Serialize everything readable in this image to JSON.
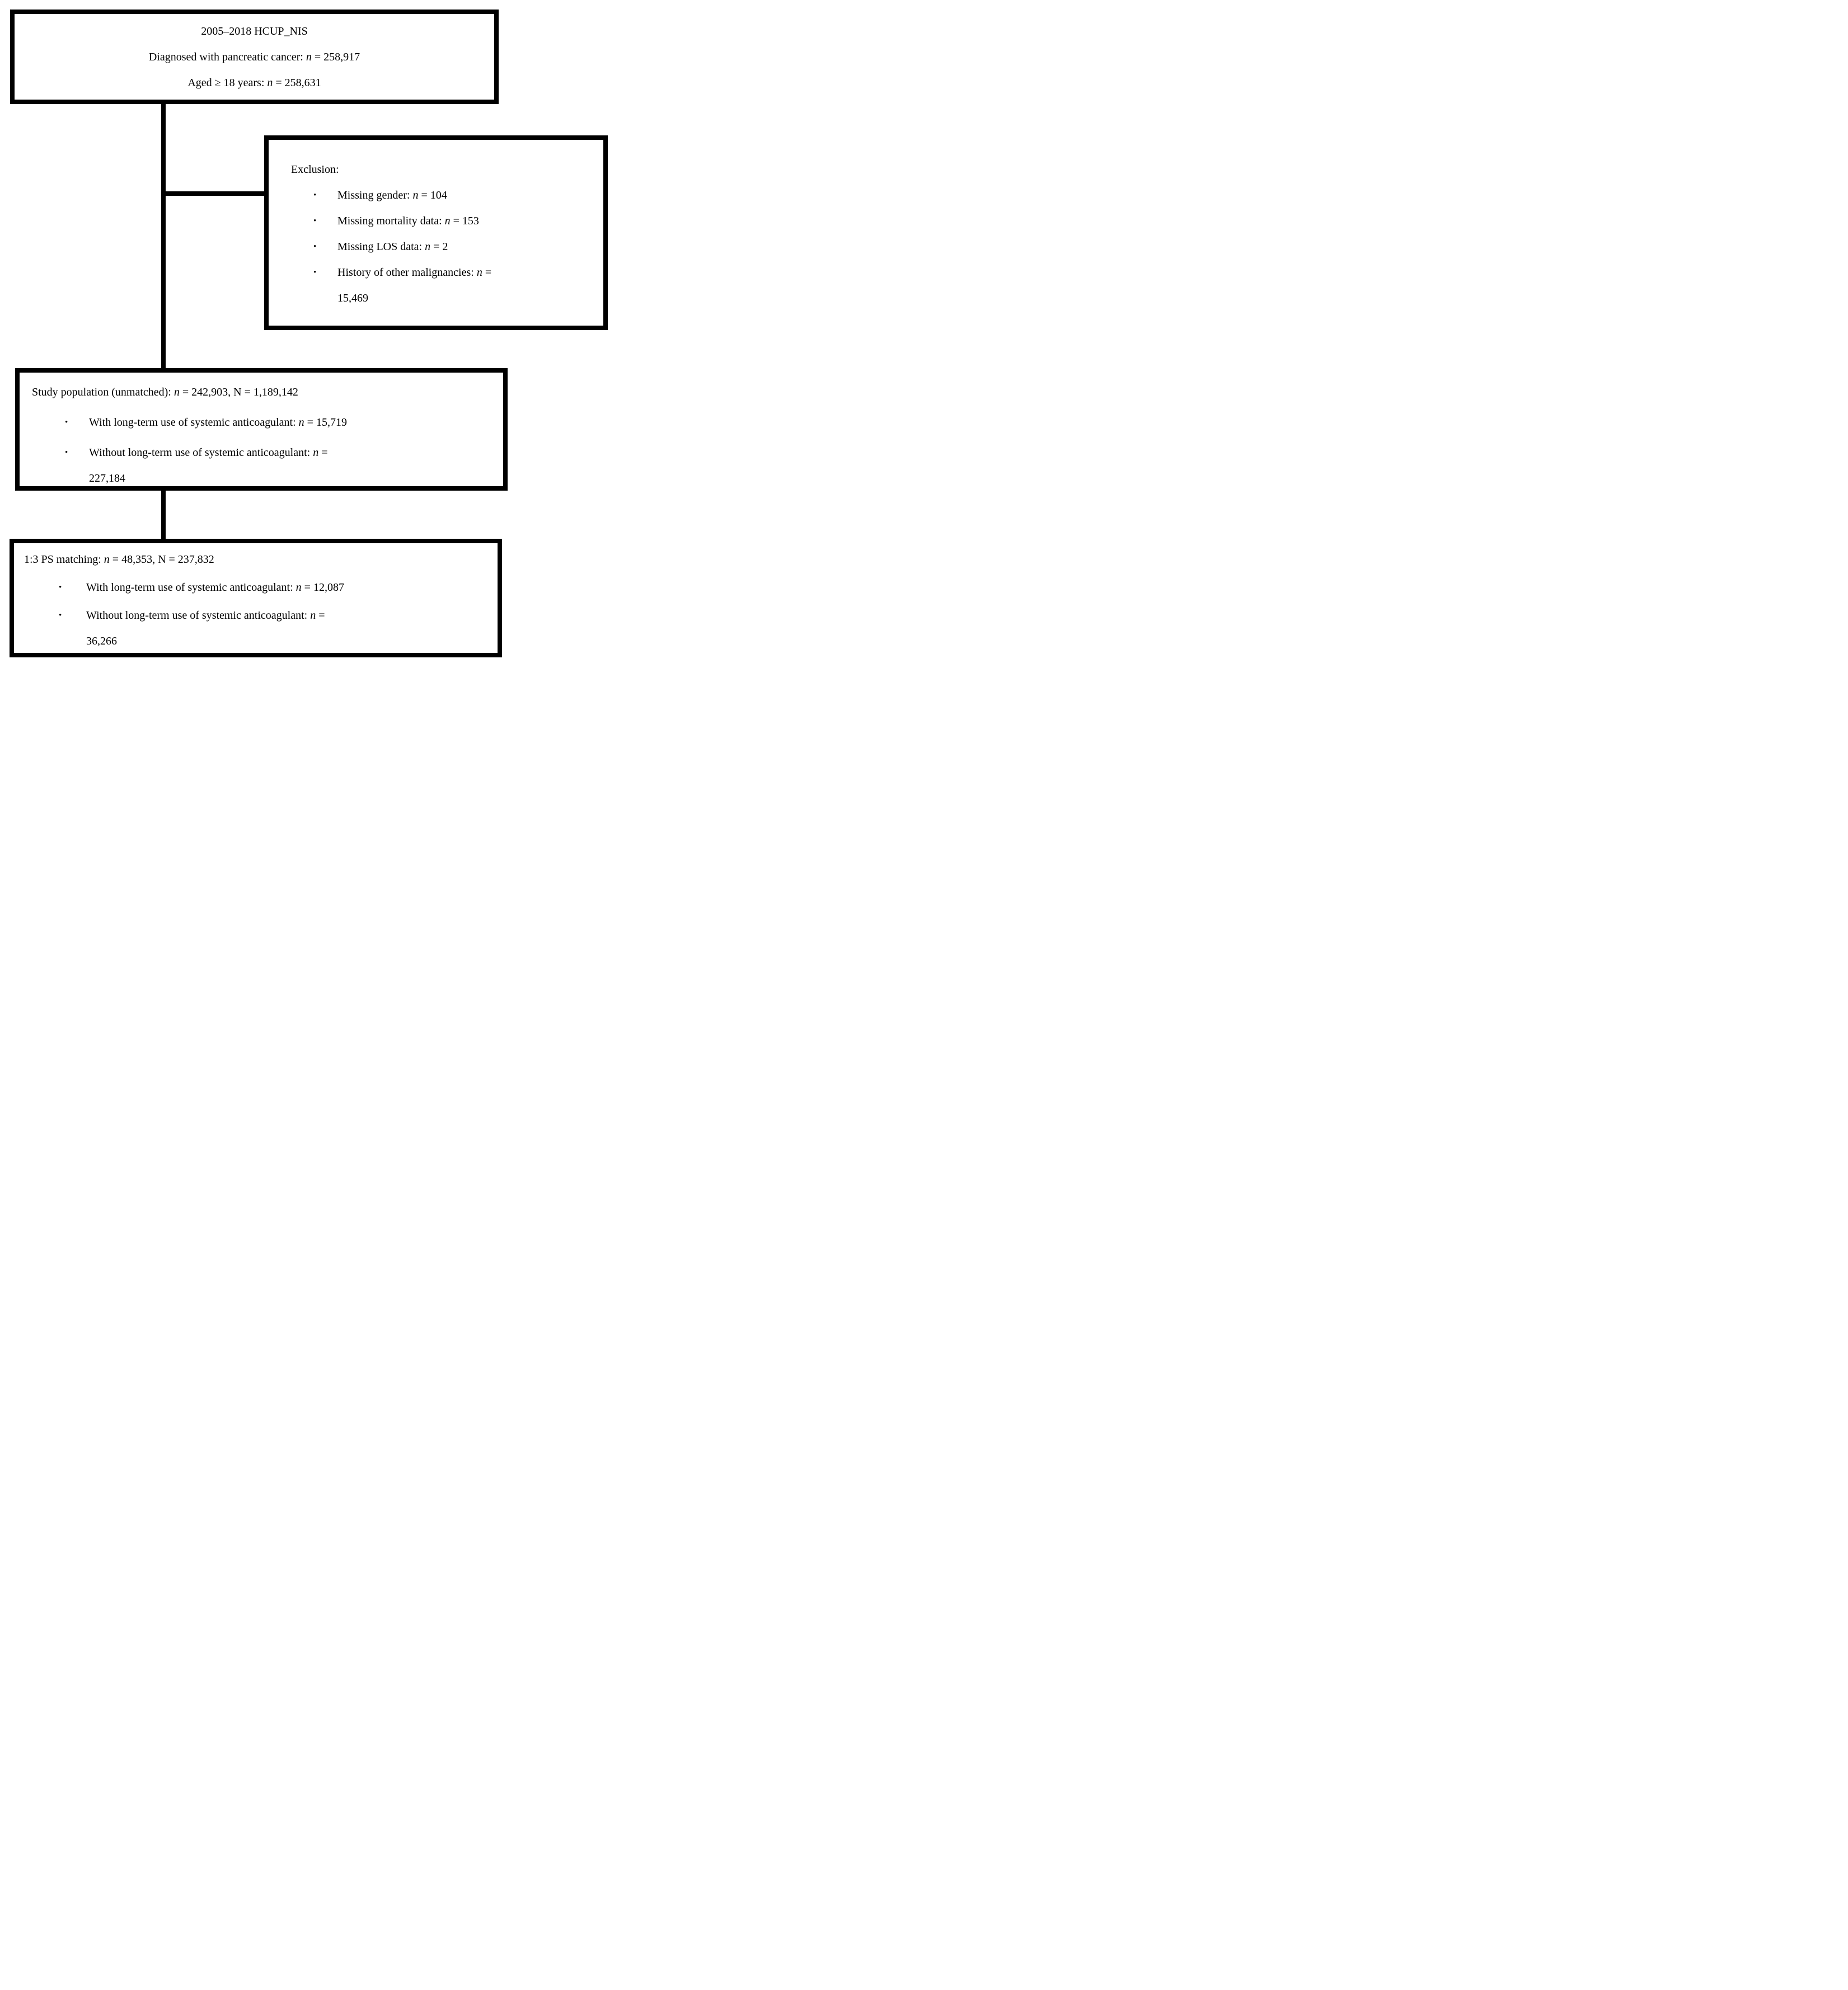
{
  "colors": {
    "border": "#000000",
    "background": "#ffffff",
    "text": "#000000"
  },
  "bullet_glyph": "•",
  "top_box": {
    "line1": "2005–2018 HCUP_NIS",
    "line2": {
      "pre": "Diagnosed with pancreatic cancer: ",
      "var": "n",
      "post": " = 258,917"
    },
    "line3": {
      "pre": "Aged ≥ 18 years: ",
      "var": "n",
      "post": " = 258,631"
    }
  },
  "exclusion_box": {
    "heading": "Exclusion:",
    "items": [
      {
        "pre": "Missing gender: ",
        "var": "n",
        "post": " = 104"
      },
      {
        "pre": "Missing mortality data: ",
        "var": "n",
        "post": " = 153"
      },
      {
        "pre": "Missing LOS data: ",
        "var": "n",
        "post": " = 2"
      },
      {
        "pre": "History of other malignancies: ",
        "var": "n",
        "post": " =",
        "wrap": "15,469"
      }
    ]
  },
  "study_box": {
    "title": {
      "pre": "Study population (unmatched): ",
      "var1": "n",
      "mid": " = 242,903, ",
      "var2": "N",
      "post": " = 1,189,142"
    },
    "items": [
      {
        "pre": "With long-term use of systemic anticoagulant: ",
        "var": "n",
        "post": " = 15,719"
      },
      {
        "pre": "Without long-term use of systemic anticoagulant: ",
        "var": "n",
        "post": " =",
        "wrap": "227,184"
      }
    ]
  },
  "match_box": {
    "title": {
      "pre": "1:3 PS matching: ",
      "var1": "n",
      "mid": " = 48,353, ",
      "var2": "N",
      "post": " = 237,832"
    },
    "items": [
      {
        "pre": "With long-term use of systemic anticoagulant: ",
        "var": "n",
        "post": " = 12,087"
      },
      {
        "pre": "Without long-term use of systemic anticoagulant: ",
        "var": "n",
        "post": " =",
        "wrap": "36,266"
      }
    ]
  }
}
